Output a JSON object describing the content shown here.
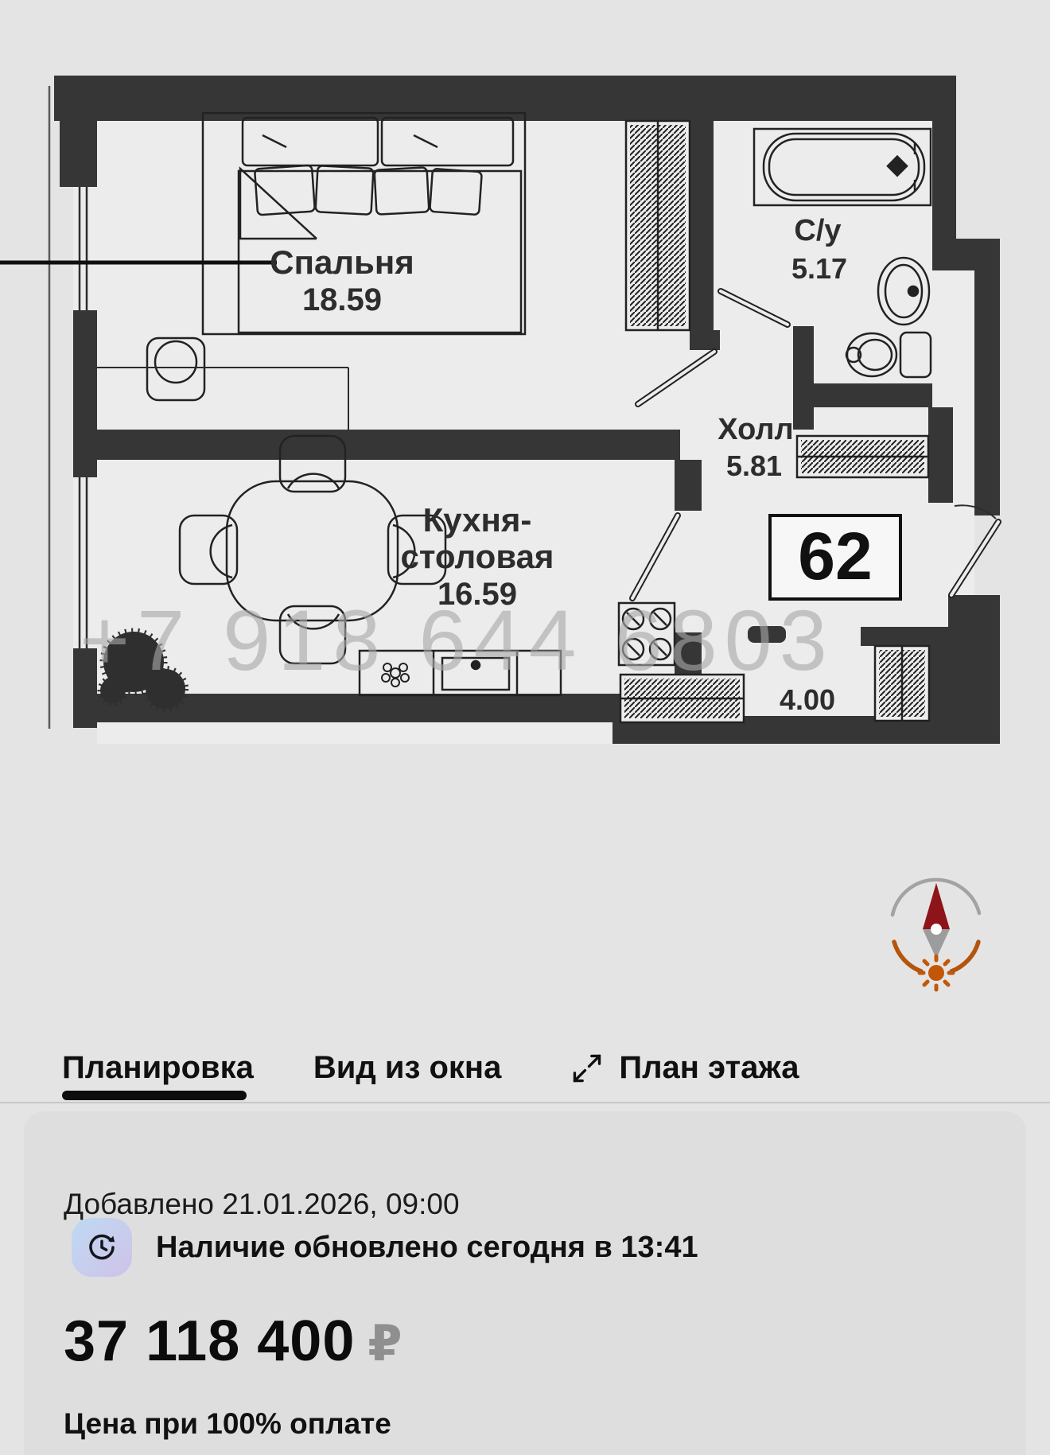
{
  "floor_plan": {
    "watermark": "+7 918 644 6803",
    "apartment_number": "62",
    "rooms": {
      "bedroom": {
        "label": "Спальня",
        "area": "18.59"
      },
      "kitchen": {
        "label_line1": "Кухня-",
        "label_line2": "столовая",
        "area": "16.59"
      },
      "hall": {
        "label": "Холл",
        "area": "5.81"
      },
      "bathroom": {
        "label": "С/у",
        "area": "5.17"
      },
      "entry": {
        "area": "4.00"
      }
    }
  },
  "tabs": [
    {
      "label": "Планировка",
      "active": true
    },
    {
      "label": "Вид из окна",
      "active": false
    },
    {
      "label": "План этажа",
      "active": false
    }
  ],
  "icons": {
    "expand": "expand-arrows-icon",
    "clock": "refresh-clock-icon",
    "compass": "compass-icon"
  },
  "details": {
    "added": "Добавлено 21.01.2026, 09:00",
    "availability": "Наличие обновлено сегодня в 13:41",
    "price": "37 118 400",
    "currency": "₽",
    "price_note": "Цена при 100% оплате"
  },
  "colors": {
    "page_bg": "#e4e4e4",
    "card_bg": "#dedede",
    "wall": "#363636",
    "floor": "#ececec",
    "divider": "#c7c7c7",
    "accent_black": "#0d0d0d",
    "ruble_gray": "#8f8f8f",
    "compass_orange": "#b5540c",
    "compass_red": "#8d1418",
    "badge_gradient_start": "#bedaf2",
    "badge_gradient_end": "#cfc2e9"
  }
}
